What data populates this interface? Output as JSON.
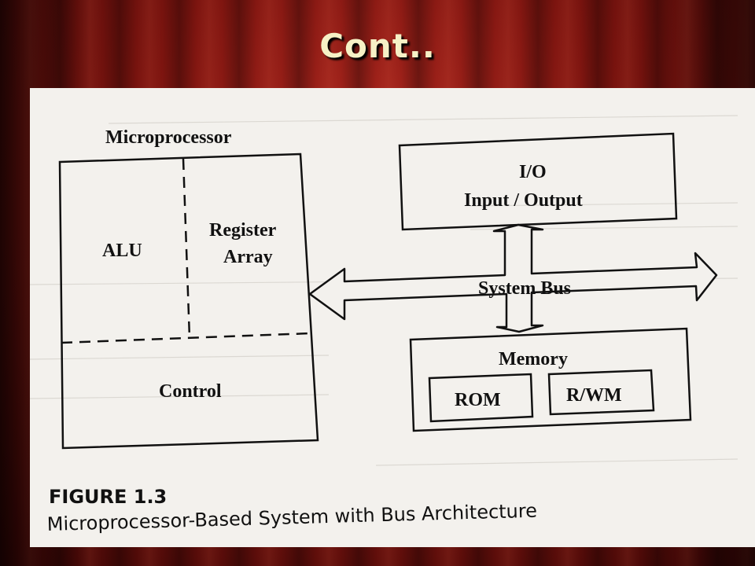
{
  "slide": {
    "title": "Cont.."
  },
  "diagram": {
    "microprocessor": {
      "label": "Microprocessor",
      "alu": "ALU",
      "register_line1": "Register",
      "register_line2": "Array",
      "control": "Control"
    },
    "io": {
      "line1": "I/O",
      "line2": "Input / Output"
    },
    "bus": {
      "label": "System Bus"
    },
    "memory": {
      "label": "Memory",
      "rom": "ROM",
      "rwm": "R/WM"
    },
    "figure": {
      "number": "FIGURE 1.3",
      "caption": "Microprocessor-Based System with Bus Architecture"
    }
  },
  "colors": {
    "background": "#7c140f",
    "title_text": "#f6f1c6",
    "paper": "#f3f1ed",
    "ink": "#111111"
  }
}
